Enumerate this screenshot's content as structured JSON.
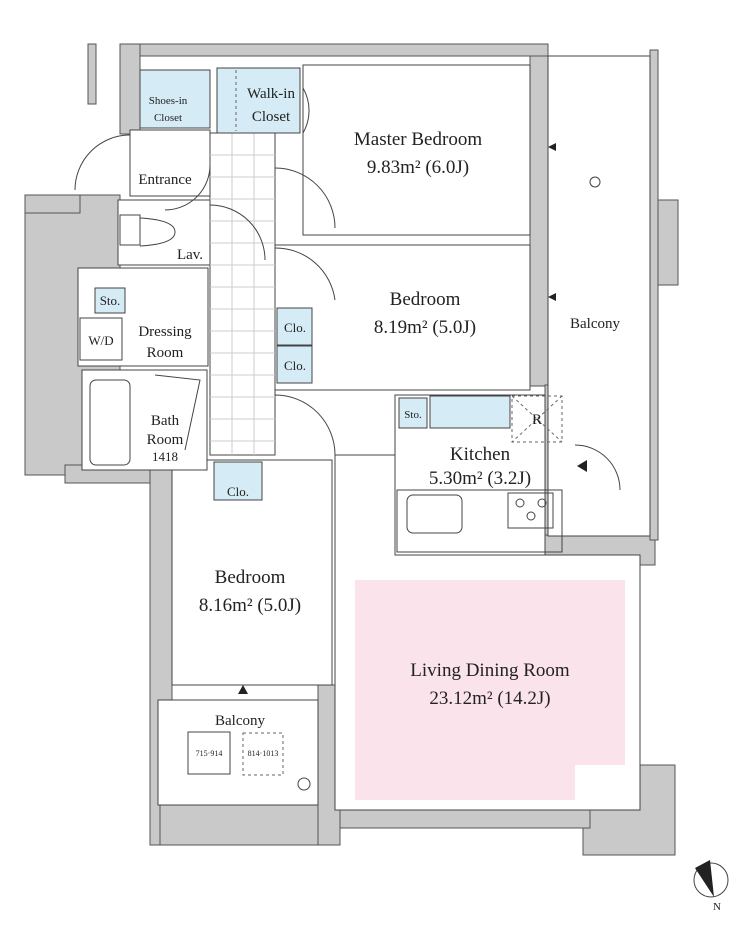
{
  "rooms": {
    "master_bedroom": {
      "name": "Master Bedroom",
      "area": "9.83m²  (6.0J)"
    },
    "bedroom_1": {
      "name": "Bedroom",
      "area": "8.19m²  (5.0J)"
    },
    "bedroom_2": {
      "name": "Bedroom",
      "area": "8.16m²  (5.0J)"
    },
    "kitchen": {
      "name": "Kitchen",
      "area": "5.30m²  (3.2J)"
    },
    "living": {
      "name": "Living Dining Room",
      "area": "23.12m²  (14.2J)"
    },
    "balcony_right": {
      "name": "Balcony"
    },
    "balcony_bottom": {
      "name": "Balcony",
      "unit_a": "715·914",
      "unit_b": "814·1013"
    },
    "walk_in_closet": {
      "line1": "Walk-in",
      "line2": "Closet"
    },
    "shoes_in_closet": {
      "line1": "Shoes-in",
      "line2": "Closet"
    },
    "entrance": {
      "name": "Entrance"
    },
    "lav": {
      "name": "Lav."
    },
    "dressing_room": {
      "line1": "Dressing",
      "line2": "Room"
    },
    "washer": {
      "name": "W/D"
    },
    "bath_room": {
      "line1": "Bath",
      "line2": "Room",
      "size": "1418"
    },
    "storage": {
      "dressing": "Sto.",
      "kitchen": "Sto."
    },
    "closets": {
      "bedroom_1_a": "Clo.",
      "bedroom_1_b": "Clo.",
      "bedroom_2": "Clo."
    },
    "refrigerator": {
      "name": "R"
    }
  },
  "compass": {
    "label": "N"
  },
  "colors": {
    "living_fill": "#fbe3ec",
    "closet_fill": "#d5ebf5",
    "wall": "#c9c9c9"
  }
}
